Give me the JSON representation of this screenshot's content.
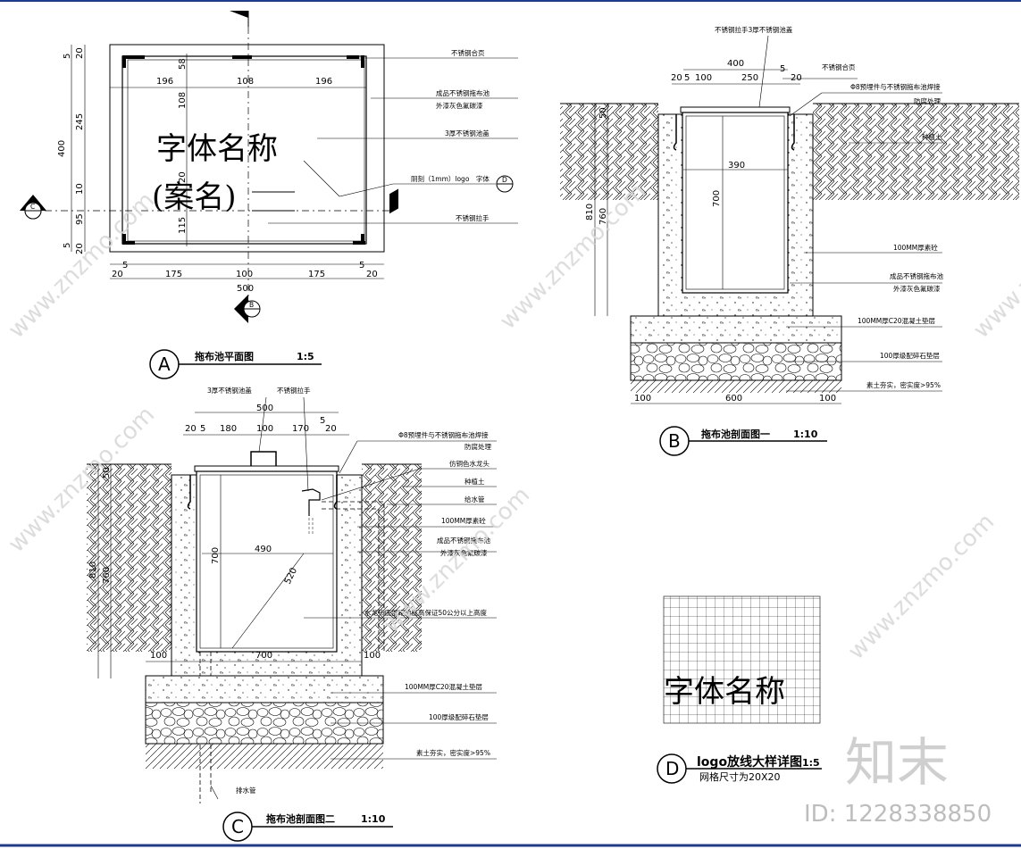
{
  "colors": {
    "line": "#000000",
    "accent_blue": "#1f3a93",
    "watermark": "#d9d9d9",
    "brand": "#333333"
  },
  "watermark": {
    "text": "www.znzmo.com",
    "brand_cn": "知末",
    "id_label": "ID: 1228338850"
  },
  "detail_a": {
    "symbol": "A",
    "title": "拖布池平面图",
    "scale": "1:5",
    "label_big_1": "字体名称",
    "label_big_2": "(案名)",
    "section_marks": {
      "c": "C",
      "b": "B",
      "d": "D"
    },
    "dims_top": [
      "196",
      "108",
      "196"
    ],
    "dims_bottom_small": [
      "20",
      "5",
      "5",
      "20"
    ],
    "dims_bottom": [
      "175",
      "100",
      "175"
    ],
    "dim_total_bottom": "500",
    "dims_left": [
      "5",
      "20",
      "245",
      "400",
      "10",
      "95",
      "5",
      "20"
    ],
    "dims_inner": [
      "58",
      "108",
      "20",
      "115"
    ],
    "notes": [
      "不锈钢合页",
      "成品不锈钢拖布池",
      "外漆灰色氟碳漆",
      "3厚不锈钢池盖",
      "阴刻（1mm）logo　字体",
      "不锈钢拉手"
    ]
  },
  "detail_b": {
    "symbol": "B",
    "title": "拖布池剖面图一",
    "scale": "1:10",
    "dims_top": {
      "total": "400",
      "a": "20",
      "b": "5",
      "c": "100",
      "d": "250",
      "e": "5",
      "f": "20"
    },
    "dim_left_1": "50",
    "dim_left_2": "810",
    "dim_left_3": "760",
    "dim_inner_w": "390",
    "dim_inner_h": "700",
    "dims_bottom": [
      "100",
      "600",
      "100"
    ],
    "notes": [
      "不锈钢拉手3厚不锈钢池盖",
      "不锈钢合页",
      "Φ8预埋件与不锈钢拖布池焊接",
      "防腐处理",
      "种植土",
      "100MM厚素砼",
      "成品不锈钢拖布池",
      "外漆灰色氟碳漆",
      "100MM厚C20混凝土垫层",
      "100厚级配碎石垫层",
      "素土夯实，密实度>95%"
    ]
  },
  "detail_c": {
    "symbol": "C",
    "title": "拖布池剖面图二",
    "scale": "1:10",
    "top_notes": [
      "3厚不锈钢池盖",
      "不锈钢拉手"
    ],
    "dim_total": "500",
    "dims_top": [
      "20",
      "5",
      "180",
      "100",
      "170",
      "5",
      "20"
    ],
    "dim_left_1": "50",
    "dim_left_2": "810",
    "dim_left_3": "760",
    "dim_inner_w": "490",
    "dim_inner_h": "700",
    "dim_inner_d": "520",
    "dims_bottom": [
      "100",
      "700",
      "100"
    ],
    "notes": [
      "Φ8预埋件与不锈钢拖布池焊接",
      "防腐处理",
      "仿铜色水龙头",
      "种植土",
      "给水管",
      "100MM厚素砼",
      "成品不锈钢拖布池",
      "外漆灰色氟碳漆",
      "水龙头底部距池底高保证50公分以上高度",
      "100MM厚C20混凝土垫层",
      "100厚级配碎石垫层",
      "素土夯实，密实度>95%",
      "排水管"
    ]
  },
  "detail_d": {
    "symbol": "D",
    "title": "logo放线大样详图",
    "scale": "1:5",
    "subtitle": "网格尺寸为20X20",
    "label": "字体名称"
  }
}
